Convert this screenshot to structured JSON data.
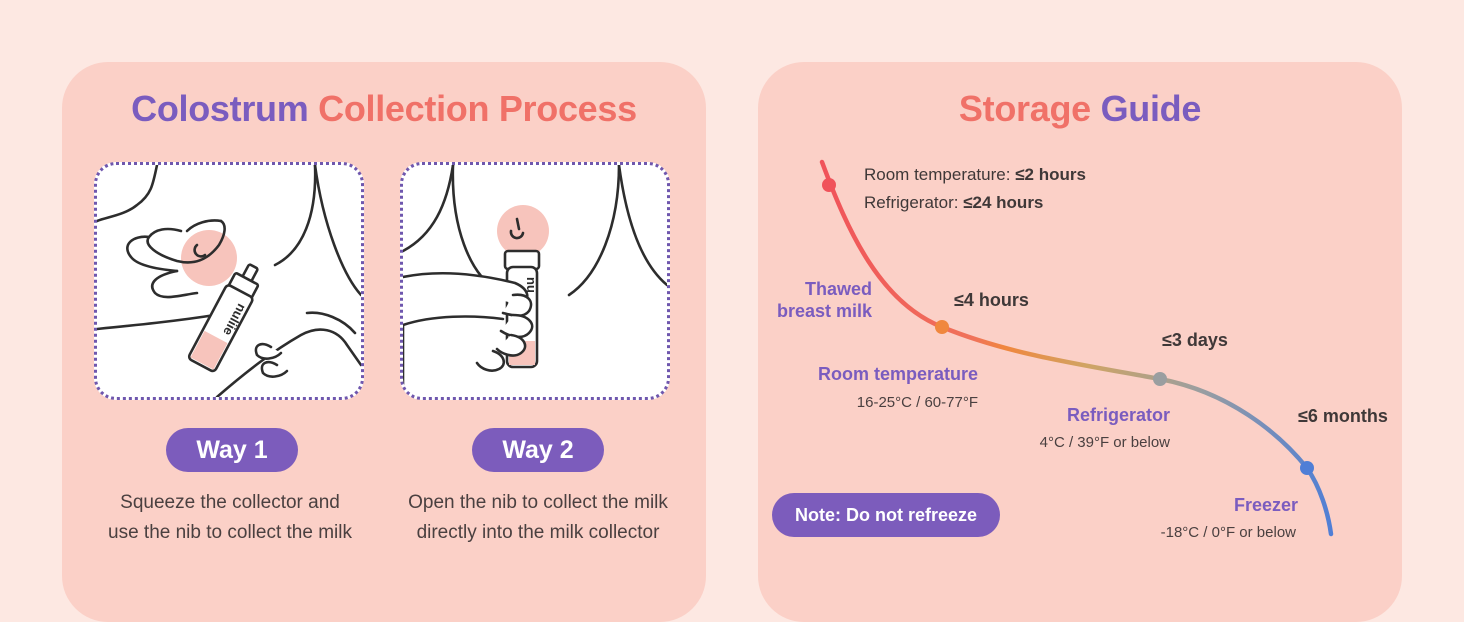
{
  "left_panel": {
    "title_part1": "Colostrum",
    "title_part2": "Collection Process",
    "way1": {
      "label": "Way 1",
      "line1": "Squeeze the collector and",
      "line2": "use the nib to collect the milk",
      "collector_text": "nuliie"
    },
    "way2": {
      "label": "Way 2",
      "line1": "Open the nib to collect the milk",
      "line2": "directly into the milk collector",
      "collector_text": "nu"
    }
  },
  "right_panel": {
    "title_part1": "Storage",
    "title_part2": "Guide",
    "thawed": {
      "line1": "Thawed",
      "line2": "breast milk",
      "room_prefix": "Room temperature: ",
      "room_value": "≤2 hours",
      "fridge_prefix": "Refrigerator: ",
      "fridge_value": "≤24 hours"
    },
    "room": {
      "label": "Room temperature",
      "range": "16-25°C / 60-77°F",
      "duration": "≤4 hours"
    },
    "fridge": {
      "label": "Refrigerator",
      "range": "4°C / 39°F or below",
      "duration": "≤3 days"
    },
    "freezer": {
      "label": "Freezer",
      "range": "-18°C / 0°F or below",
      "duration": "≤6 months"
    },
    "note": "Note: Do not refreeze"
  },
  "colors": {
    "title_purple": "#7a5cbf",
    "title_coral": "#f07168",
    "curve_red": "#f0525a",
    "curve_orange": "#f0873e",
    "curve_gray": "#9a9ea0",
    "curve_blue": "#4f7ed6",
    "badge_purple": "#7c5cbc",
    "panel": "#fbd0c7",
    "background": "#fde8e2"
  }
}
